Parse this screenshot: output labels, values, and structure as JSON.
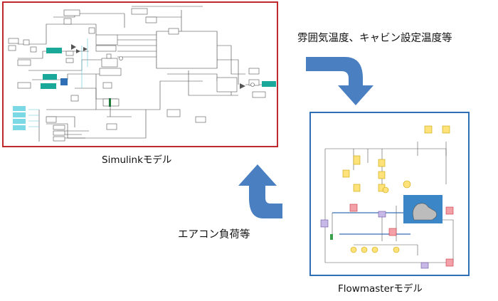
{
  "simulink": {
    "caption": "Simulinkモデル"
  },
  "flowmaster": {
    "caption": "Flowmasterモデル"
  },
  "flows": {
    "to_simulink_label": "雰囲気温度、キャビン設定温度等",
    "to_flowmaster_label": "エアコン負荷等"
  },
  "colors": {
    "simulink_border": "#c0282d",
    "flowmaster_border": "#2f6fb5",
    "arrow_fill": "#4a7fc1",
    "teal_block": "#19a89a",
    "yellow_node": "#ffe27a",
    "pink_node": "#f4a0a8",
    "lavender_node": "#c7b8e8",
    "cabin_fill": "#3a86c7"
  }
}
